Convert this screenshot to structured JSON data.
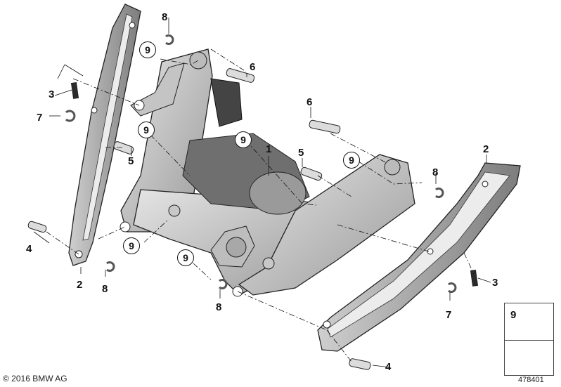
{
  "callouts": {
    "part1": "1",
    "part2": "2",
    "part3": "3",
    "part4": "4",
    "part5": "5",
    "part6": "6",
    "part7": "7",
    "part8": "8",
    "part9": "9"
  },
  "legend": {
    "number": "9",
    "icon": "screw-icon"
  },
  "footer": {
    "copyright": "© 2016 BMW AG",
    "diagram_id": "478401"
  },
  "colors": {
    "part_fill": "#d6d6d6",
    "part_dark": "#8a8a8a",
    "line": "#111111"
  }
}
